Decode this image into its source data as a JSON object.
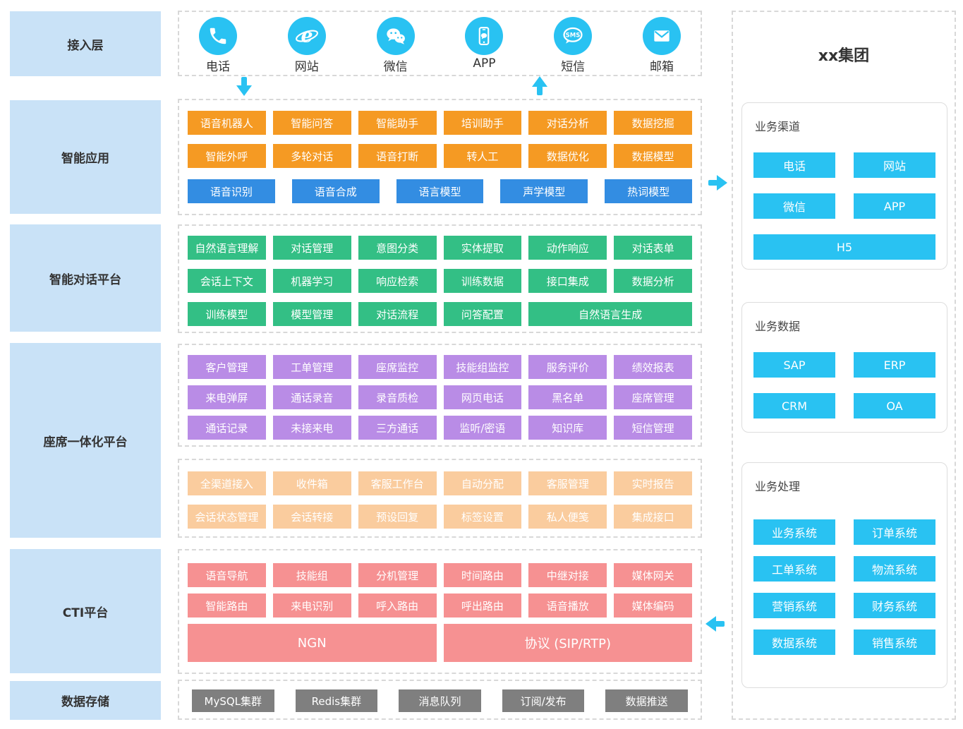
{
  "palette": {
    "cyan": "#29C2F2",
    "orange": "#F59A23",
    "blue": "#338DE2",
    "green": "#33BF85",
    "purple": "#B98CE6",
    "peach": "#FACC9E",
    "red": "#F69192",
    "gray": "#7F7F7F",
    "lightblue": "#C9E2F7"
  },
  "layers": {
    "items": [
      {
        "label": "接入层"
      },
      {
        "label": "智能应用"
      },
      {
        "label": "智能对话平台"
      },
      {
        "label": "座席一体化平台"
      },
      {
        "label": "CTI平台"
      },
      {
        "label": "数据存储"
      }
    ]
  },
  "channels": {
    "items": [
      {
        "icon": "phone-icon",
        "label": "电话"
      },
      {
        "icon": "website-icon",
        "label": "网站"
      },
      {
        "icon": "wechat-icon",
        "label": "微信"
      },
      {
        "icon": "app-icon",
        "label": "APP"
      },
      {
        "icon": "sms-icon",
        "label": "短信"
      },
      {
        "icon": "mail-icon",
        "label": "邮箱"
      }
    ]
  },
  "sections": {
    "intelligent_app": {
      "orange_rows": [
        [
          "语音机器人",
          "智能问答",
          "智能助手",
          "培训助手",
          "对话分析",
          "数据挖掘"
        ],
        [
          "智能外呼",
          "多轮对话",
          "语音打断",
          "转人工",
          "数据优化",
          "数据模型"
        ]
      ],
      "blue_row": [
        [
          "语音识别",
          "语音合成",
          "语言模型",
          "声学模型",
          "热词模型"
        ]
      ]
    },
    "dialog_platform": {
      "rows": [
        [
          "自然语言理解",
          "对话管理",
          "意图分类",
          "实体提取",
          "动作响应",
          "对话表单"
        ],
        [
          "会话上下文",
          "机器学习",
          "响应检索",
          "训练数据",
          "接口集成",
          "数据分析"
        ],
        [
          "训练模型",
          "模型管理",
          "对话流程",
          "问答配置",
          {
            "label": "自然语言生成",
            "span": 2
          }
        ]
      ]
    },
    "agent_platform": {
      "rows": [
        [
          "客户管理",
          "工单管理",
          "座席监控",
          "技能组监控",
          "服务评价",
          "绩效报表"
        ],
        [
          "来电弹屏",
          "通话录音",
          "录音质检",
          "网页电话",
          "黑名单",
          "座席管理"
        ],
        [
          "通话记录",
          "未接来电",
          "三方通话",
          "监听/密语",
          "知识库",
          "短信管理"
        ]
      ]
    },
    "omnichannel": {
      "rows": [
        [
          "全渠道接入",
          "收件箱",
          "客服工作台",
          "自动分配",
          "客服管理",
          "实时报告"
        ],
        [
          "会话状态管理",
          "会话转接",
          "预设回复",
          "标签设置",
          "私人便笺",
          "集成接口"
        ]
      ]
    },
    "cti": {
      "rows": [
        [
          "语音导航",
          "技能组",
          "分机管理",
          "时间路由",
          "中继对接",
          "媒体网关"
        ],
        [
          "智能路由",
          "来电识别",
          "呼入路由",
          "呼出路由",
          "语音播放",
          "媒体编码"
        ],
        [
          {
            "label": "NGN",
            "span": 3,
            "tall": true
          },
          {
            "label": "协议 (SIP/RTP)",
            "span": 3,
            "tall": true
          }
        ]
      ]
    },
    "storage": {
      "rows": [
        [
          "MySQL集群",
          "Redis集群",
          "消息队列",
          "订阅/发布",
          "数据推送"
        ]
      ]
    }
  },
  "group": {
    "title": "xx集团",
    "cards": [
      {
        "title": "业务渠道",
        "buttons": [
          [
            "电话",
            "网站"
          ],
          [
            "微信",
            "APP"
          ],
          [
            {
              "label": "H5",
              "span": 2
            }
          ]
        ]
      },
      {
        "title": "业务数据",
        "buttons": [
          [
            "SAP",
            "ERP"
          ],
          [
            "CRM",
            "OA"
          ]
        ]
      },
      {
        "title": "业务处理",
        "buttons": [
          [
            "业务系统",
            "订单系统"
          ],
          [
            "工单系统",
            "物流系统"
          ],
          [
            "营销系统",
            "财务系统"
          ],
          [
            "数据系统",
            "销售系统"
          ]
        ]
      }
    ]
  }
}
